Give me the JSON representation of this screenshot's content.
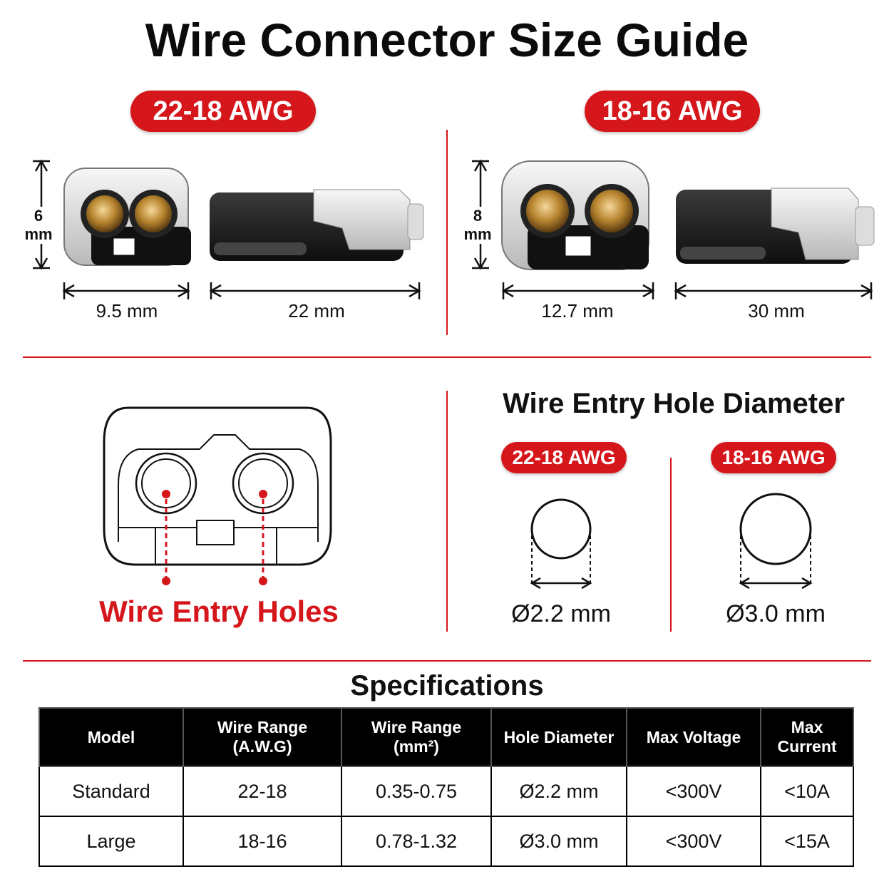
{
  "title": "Wire Connector Size Guide",
  "connectors": [
    {
      "awg_label": "22-18 AWG",
      "height_label": "6 mm",
      "width_label": "9.5 mm",
      "length_label": "22 mm"
    },
    {
      "awg_label": "18-16 AWG",
      "height_label": "8 mm",
      "width_label": "12.7 mm",
      "length_label": "30 mm"
    }
  ],
  "holes_diagram": {
    "label": "Wire Entry Holes"
  },
  "hole_diameter": {
    "title": "Wire Entry Hole Diameter",
    "items": [
      {
        "awg_label": "22-18 AWG",
        "diameter_label": "Ø2.2 mm"
      },
      {
        "awg_label": "18-16 AWG",
        "diameter_label": "Ø3.0 mm"
      }
    ]
  },
  "specifications": {
    "title": "Specifications",
    "headers": [
      "Model",
      "Wire Range\n(A.W.G)",
      "Wire Range\n(mm²)",
      "Hole Diameter",
      "Max Voltage",
      "Max Current"
    ],
    "rows": [
      [
        "Standard",
        "22-18",
        "0.35-0.75",
        "Ø2.2 mm",
        "<300V",
        "<10A"
      ],
      [
        "Large",
        "18-16",
        "0.78-1.32",
        "Ø3.0 mm",
        "<300V",
        "<15A"
      ]
    ]
  },
  "colors": {
    "accent": "#d5161b",
    "header_bg": "#000000"
  }
}
